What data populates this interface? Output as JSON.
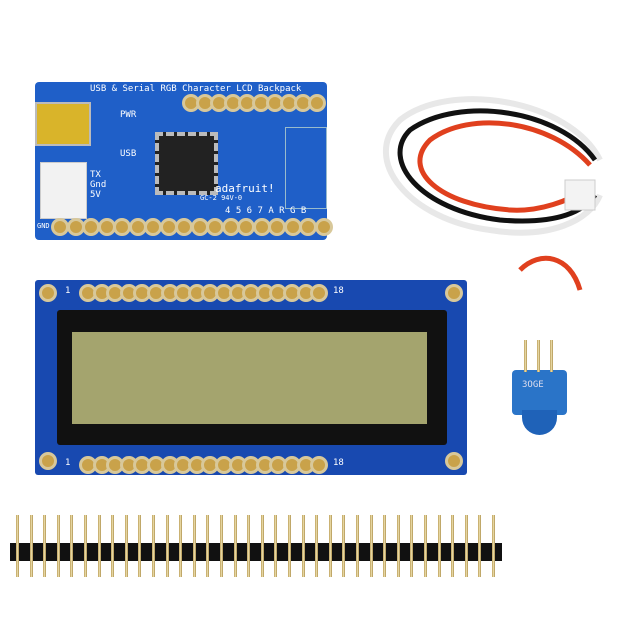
{
  "backpack": {
    "title": "USB & Serial RGB Character LCD Backpack",
    "brand": "adafruit!",
    "pwr": "PWR",
    "usb": "USB",
    "tx": "TX",
    "gnd": "Gnd",
    "v5": "5V",
    "gnd_pin": "GND",
    "rgb": "4 5 6 7 A R G B",
    "part": "GC-2 94V-0"
  },
  "lcd": {
    "pin_first": "1",
    "pin_last": "18",
    "pin_first_bottom": "1",
    "pin_last_bottom": "18"
  },
  "pot": {
    "label": "3OGE"
  },
  "colors": {
    "pcb": "#1f5fc8",
    "screen": "#a4a46e",
    "wire_red": "#e0401e",
    "wire_black": "#111111",
    "wire_white": "#f4f4f4"
  }
}
